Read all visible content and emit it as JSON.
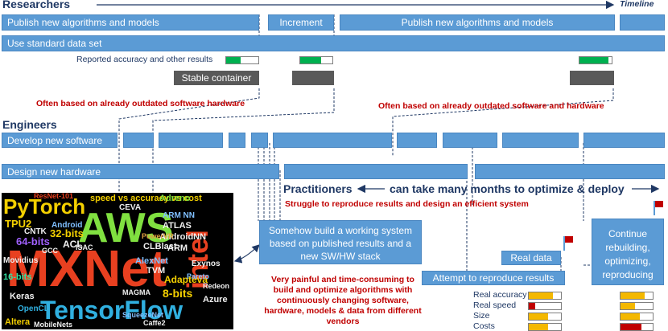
{
  "researchers": {
    "title": "Researchers",
    "timeline": "Timeline",
    "publish_1": "Publish new algorithms and models",
    "increment": "Increment",
    "publish_2": "Publish new algorithms and models",
    "standard_data": "Use standard data set",
    "reported": "Reported accuracy and other results",
    "stable": "Stable container",
    "note_left": "Often based on already outdated software hardware",
    "note_right": "Often based on already outdated software and hardware",
    "accuracy_levels": [
      0.45,
      0.65,
      0.9
    ]
  },
  "engineers": {
    "title": "Engineers",
    "develop": "Develop new software",
    "design": "Design new hardware"
  },
  "practitioners": {
    "title": "Practitioners",
    "months": "can take many months to optimize & deploy",
    "struggle": "Struggle to reproduce results and design an efficient system",
    "somehow": "Somehow build a working system based on published results and a new SW/HW stack",
    "real_data": "Real data",
    "attempt": "Attempt to reproduce results",
    "continue": "Continue rebuilding, optimizing, reproducing",
    "painful": "Very painful and time-consuming to build and optimize algorithms with continuously changing software, hardware, models & data from different vendors"
  },
  "metrics": {
    "labels": [
      "Real accuracy",
      "Real speed",
      "Size",
      "Costs"
    ],
    "attempt_levels": [
      0.75,
      0.2,
      0.6,
      0.6
    ],
    "attempt_colors": [
      "#f4b800",
      "#c00000",
      "#f4b800",
      "#f4b800"
    ],
    "continue_levels": [
      0.75,
      0.45,
      0.6,
      0.65
    ],
    "continue_colors": [
      "#f4b800",
      "#f4b800",
      "#f4b800",
      "#c00000"
    ]
  },
  "wordcloud": {
    "words": [
      "PyTorch",
      "AWS",
      "MXNet",
      "TensorFlow",
      "intel",
      "speed vs accuracy vs cost",
      "32-bits",
      "64-bits",
      "8-bits",
      "16-bits",
      "ACL",
      "Android",
      "AlexNet",
      "Adapteva",
      "ATLAS",
      "ARM",
      "ARM NN",
      "CEVA",
      "Adreno",
      "TPU2",
      "TVM",
      "AndroidNN",
      "CLBlast",
      "Altera",
      "Caffe2",
      "Azure",
      "MobileNets",
      "ResNet-101",
      "Exynos",
      "SqueezeNet",
      "Keras",
      "MAGMA",
      "Movidius",
      "CNTK",
      "OpenCL",
      "PowerVR",
      "GCC",
      "ISAC",
      "Pareto",
      "Redeon"
    ]
  },
  "colors": {
    "bar": "#5b9bd5",
    "accent_red": "#c00000",
    "heading": "#1f3864",
    "green": "#00b050"
  }
}
